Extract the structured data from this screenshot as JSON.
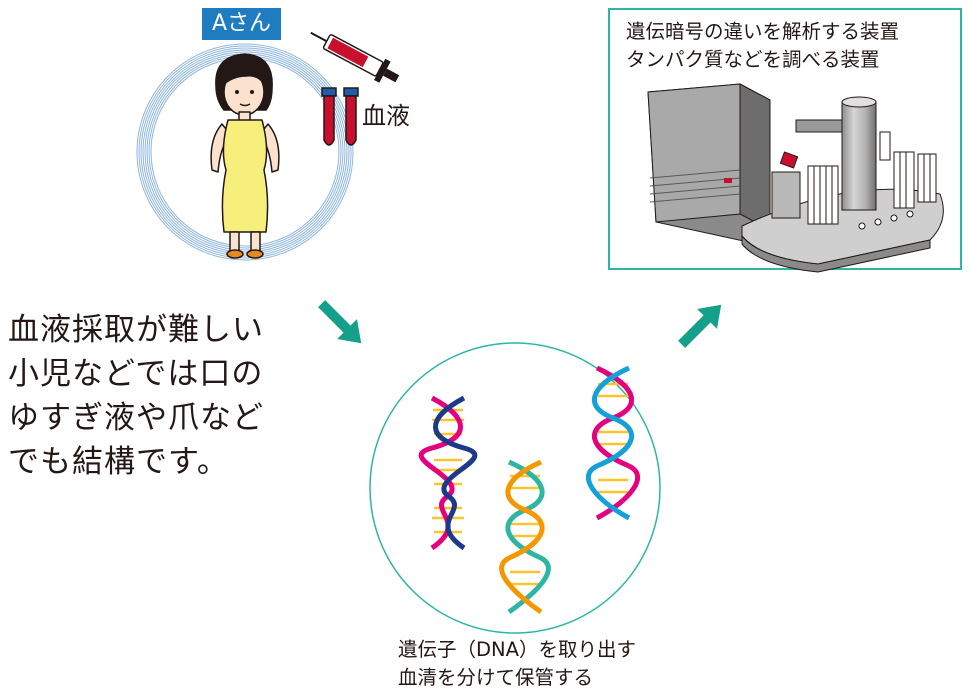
{
  "person": {
    "name_badge": "Aさん"
  },
  "blood": {
    "label": "血液"
  },
  "note": {
    "lines": [
      "血液採取が難しい",
      "小児などでは口の",
      "ゆすぎ液や爪など",
      "でも結構です。"
    ]
  },
  "machine": {
    "label_lines": [
      "遺伝暗号の違いを解析する装置",
      "タンパク質などを調べる装置"
    ]
  },
  "dna": {
    "label_lines": [
      "遺伝子（DNA）を取り出す",
      "血清を分けて保管する"
    ]
  },
  "colors": {
    "badge": "#1f7cc0",
    "arrow": "#14a08a",
    "box_border": "#2db6a3",
    "dress": "#f6ef7c",
    "blood": "#c8102e",
    "dna_pink": "#e4007f",
    "dna_navy": "#1d3a8a",
    "dna_orange": "#f39800",
    "dna_yellow": "#f7c52e",
    "dna_green": "#2db6a3",
    "dna_cyan": "#14a0d8"
  },
  "icons": [
    "woman-illustration",
    "syringe-icon",
    "test-tube-icon",
    "arrow-down-right-icon",
    "arrow-up-right-icon",
    "dna-helix-icon",
    "analyzer-machine-illustration"
  ]
}
